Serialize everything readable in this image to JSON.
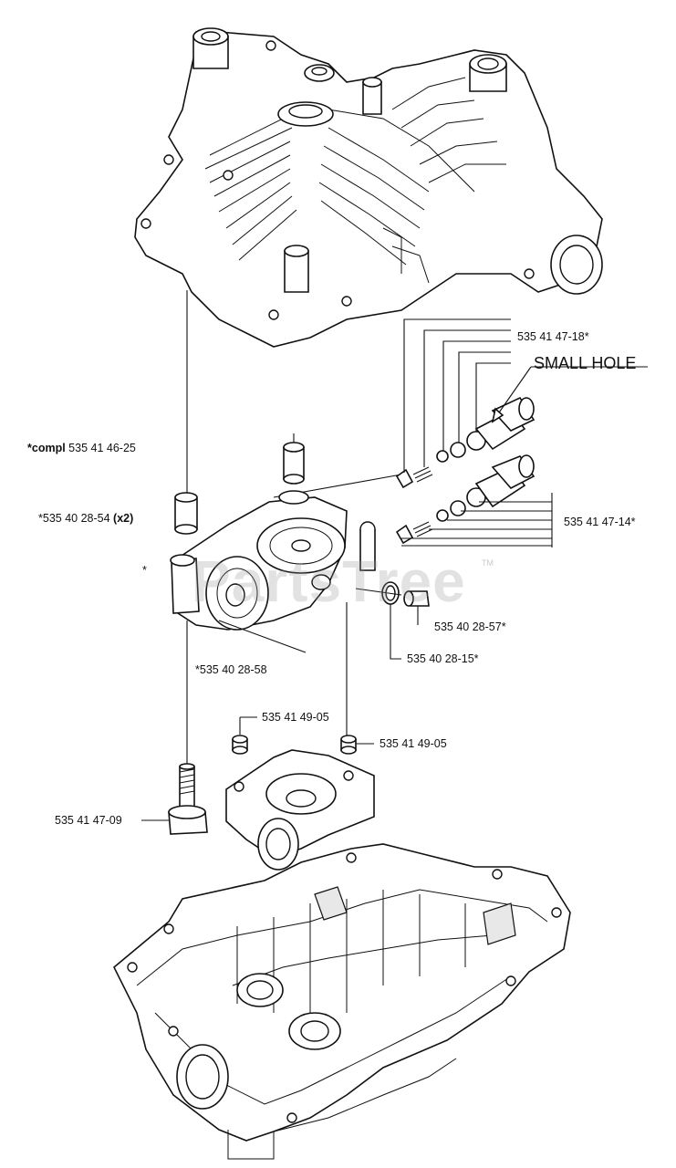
{
  "watermark": {
    "text": "PartsTree",
    "trademark": "TM"
  },
  "callouts": {
    "p1": "535 41 47-18",
    "p1_mark": "*",
    "small_hole": "SMALL HOLE",
    "p2_prefix": "*compl",
    "p2": "535 41 46-25",
    "p3": "*535 40 28-54",
    "p3_qty": "(x2)",
    "p4": "535 41 47-14*",
    "p5": "535 40 28-57",
    "p5_mark": "*",
    "p6": "*535 40 28-58",
    "p7": "535 40 28-15*",
    "p8": "535 41 49-05",
    "p9": "535 41 49-05",
    "p10": "535 41 47-09",
    "small_mark": "*"
  }
}
